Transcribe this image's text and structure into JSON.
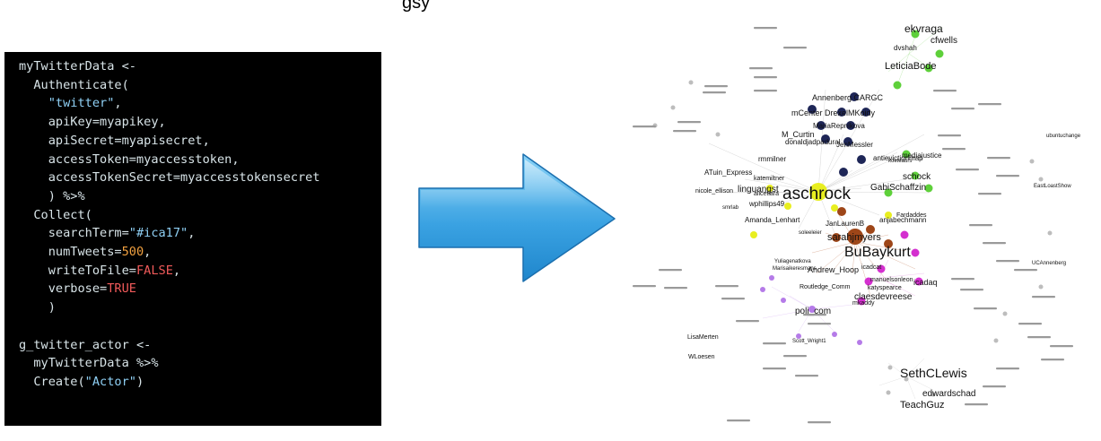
{
  "top_clipped_text": "gsy",
  "code": {
    "lines": [
      [
        [
          "myTwitterData <-",
          "plain"
        ]
      ],
      [
        [
          "  Authenticate(",
          "plain"
        ]
      ],
      [
        [
          "    ",
          "plain"
        ],
        [
          "\"twitter\"",
          "str"
        ],
        [
          ",",
          "plain"
        ]
      ],
      [
        [
          "    apiKey=myapikey,",
          "plain"
        ]
      ],
      [
        [
          "    apiSecret=myapisecret,",
          "plain"
        ]
      ],
      [
        [
          "    accessToken=myaccesstoken,",
          "plain"
        ]
      ],
      [
        [
          "    accessTokenSecret=myaccesstokensecret",
          "plain"
        ]
      ],
      [
        [
          "    ) %>%",
          "plain"
        ]
      ],
      [
        [
          "  Collect(",
          "plain"
        ]
      ],
      [
        [
          "    searchTerm=",
          "plain"
        ],
        [
          "\"#ica17\"",
          "str"
        ],
        [
          ",",
          "plain"
        ]
      ],
      [
        [
          "    numTweets=",
          "plain"
        ],
        [
          "500",
          "num"
        ],
        [
          ",",
          "plain"
        ]
      ],
      [
        [
          "    writeToFile=",
          "plain"
        ],
        [
          "FALSE",
          "bool"
        ],
        [
          ",",
          "plain"
        ]
      ],
      [
        [
          "    verbose=",
          "plain"
        ],
        [
          "TRUE",
          "bool"
        ]
      ],
      [
        [
          "    )",
          "plain"
        ]
      ],
      [
        [
          "",
          "plain"
        ]
      ],
      [
        [
          "g_twitter_actor <-",
          "plain"
        ]
      ],
      [
        [
          "  myTwitterData %>%",
          "plain"
        ]
      ],
      [
        [
          "  Create(",
          "plain"
        ],
        [
          "\"Actor\"",
          "str"
        ],
        [
          ")",
          "plain"
        ]
      ]
    ]
  },
  "arrow": {
    "icon": "right-arrow-icon",
    "color_top": "#8ad3f7",
    "color_bottom": "#1f86cc"
  },
  "network": {
    "colors": {
      "navy": "#1e2657",
      "green": "#5ed03a",
      "yellow": "#e8ee20",
      "brown": "#9e4618",
      "magenta": "#d42fcf",
      "violet": "#b57be8",
      "grey": "#bdbdbd"
    },
    "hub_labels": {
      "aschrock": "aschrock",
      "bubaykurt": "BuBaykurt",
      "sethclewis": "SethCLewis",
      "ekvraga": "ekvraga",
      "cfwells": "cfwells",
      "leticiabode": "LeticiaBode",
      "poli_com": "poli_com",
      "linguangst": "linguangst",
      "sarahjmyers": "sarahjmyers",
      "gabischaffzin": "GabiSchaffzin",
      "icadaq": "icadaq"
    },
    "labels": [
      "dvshah",
      "Annenberg CARGC",
      "mCenter DrexelMKoidy",
      "MariaRepnikova",
      "M_Curtin",
      "donaldjadpadural",
      "JenMessler",
      "antievictionmap",
      "mediajustice",
      "koeteaurs",
      "schock",
      "rmmilner",
      "ATuin_Express",
      "katemiltner",
      "nicole_ellison",
      "alicetiara",
      "wphillips49",
      "smrlab",
      "Amanda_Lenhart",
      "JanLaurenB",
      "anjabechmann",
      "Fardaddes",
      "soleeleier",
      "Andrew_Hoop",
      "icadcat",
      "manuelsonleon",
      "katyspearce",
      "mkaddy",
      "Routledge_Comm",
      "claesdevreese",
      "edwardschad",
      "TeachGuz",
      "LisaMerten",
      "WLoesen",
      "Scott_Wright1",
      "ubuntuchange",
      "EastLoastShow",
      "UCAnnenberg",
      "Yuliagenatkova",
      "Marisaikeresmans"
    ]
  }
}
